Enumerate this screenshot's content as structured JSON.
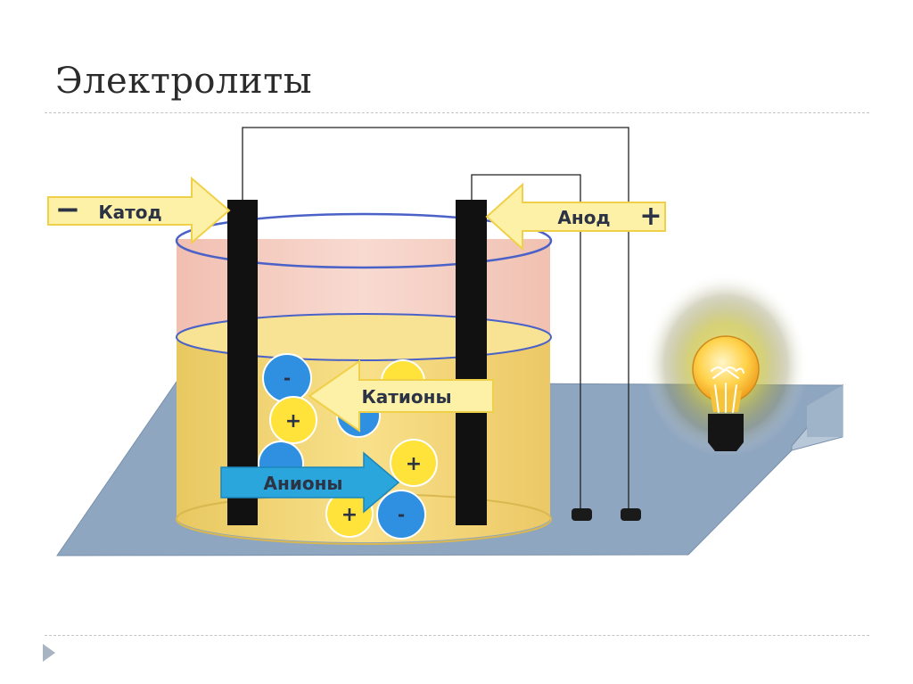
{
  "title": "Электролиты",
  "cathode": {
    "label": "Катод",
    "sign": "−"
  },
  "anode": {
    "label": "Анод",
    "sign": "+"
  },
  "cations_label": "Катионы",
  "anions_label": "Анионы",
  "ion_plus": "+",
  "ion_minus": "-",
  "colors": {
    "arrow_yellow": "#fdf1a8",
    "arrow_blue": "#2aa6dc",
    "sign_red": "#e8302a",
    "ion_positive": "#ffe23a",
    "ion_negative": "#2f8fe0",
    "electrolyte": "#f6dc7c",
    "beaker_air": "#f1c6bc",
    "platform": "#8fa6c0",
    "electrode": "#111111"
  }
}
